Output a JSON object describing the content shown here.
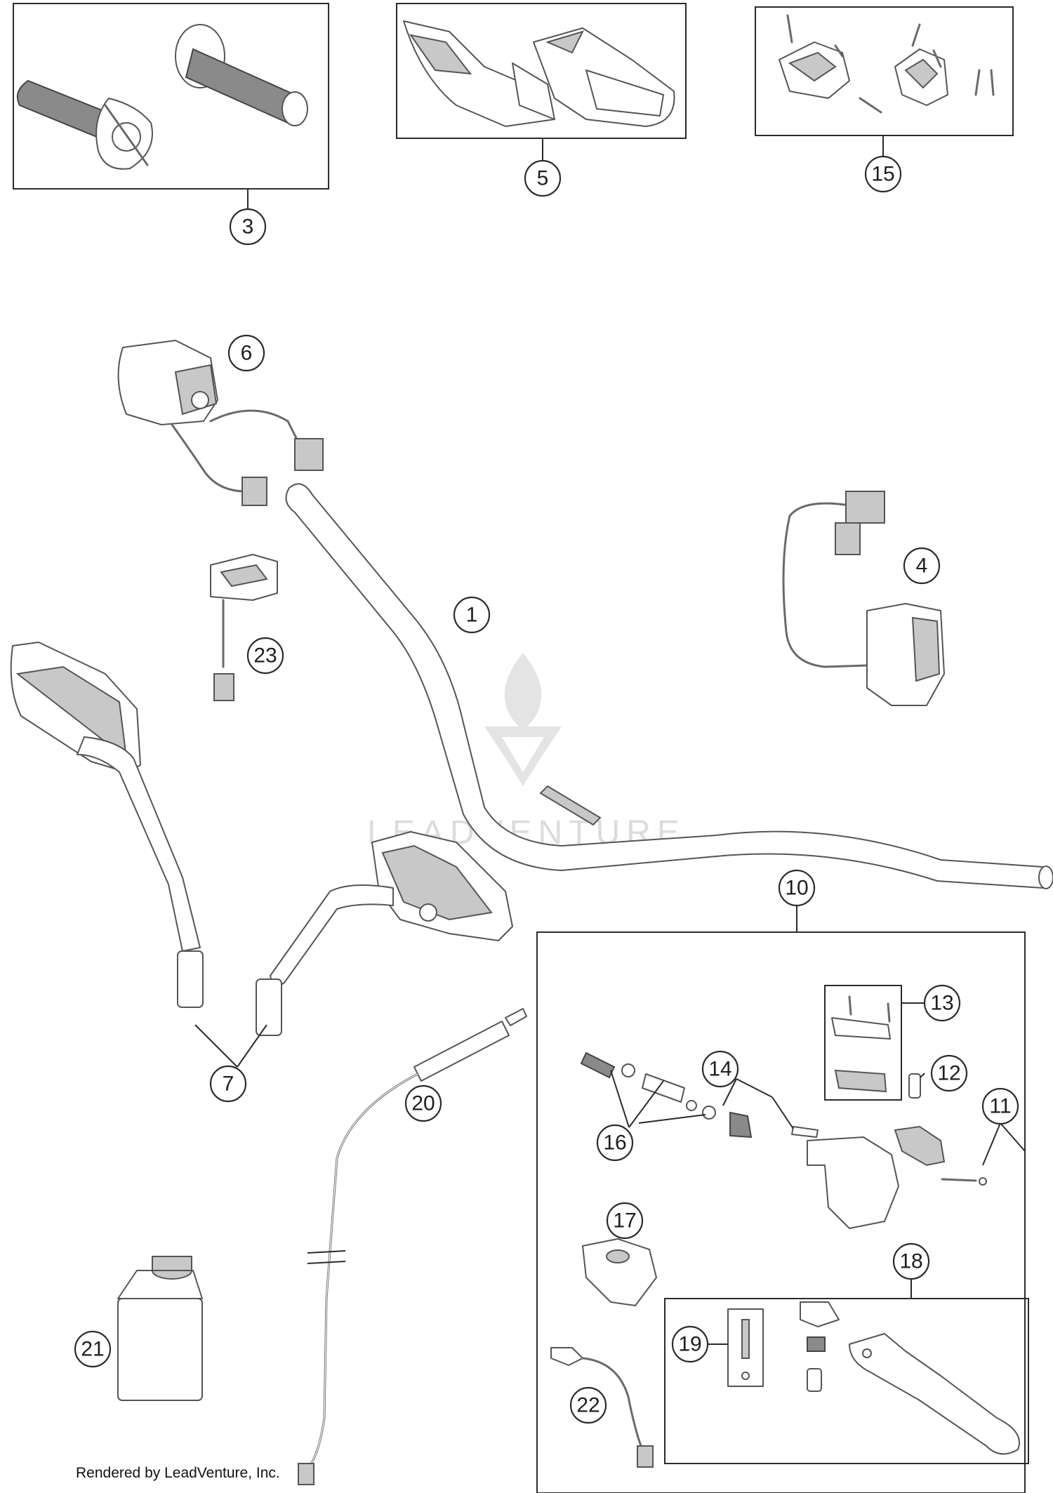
{
  "diagram": {
    "callouts": [
      {
        "id": "c1",
        "label": "1"
      },
      {
        "id": "c3",
        "label": "3"
      },
      {
        "id": "c4",
        "label": "4"
      },
      {
        "id": "c5",
        "label": "5"
      },
      {
        "id": "c6",
        "label": "6"
      },
      {
        "id": "c7",
        "label": "7"
      },
      {
        "id": "c10",
        "label": "10"
      },
      {
        "id": "c11",
        "label": "11"
      },
      {
        "id": "c12",
        "label": "12"
      },
      {
        "id": "c13",
        "label": "13"
      },
      {
        "id": "c14",
        "label": "14"
      },
      {
        "id": "c15",
        "label": "15"
      },
      {
        "id": "c16",
        "label": "16"
      },
      {
        "id": "c17",
        "label": "17"
      },
      {
        "id": "c18",
        "label": "18"
      },
      {
        "id": "c19",
        "label": "19"
      },
      {
        "id": "c20",
        "label": "20"
      },
      {
        "id": "c21",
        "label": "21"
      },
      {
        "id": "c22",
        "label": "22"
      },
      {
        "id": "c23",
        "label": "23"
      }
    ],
    "watermark_text": "LEADVENTURE",
    "credit": "Rendered by LeadVenture, Inc."
  }
}
